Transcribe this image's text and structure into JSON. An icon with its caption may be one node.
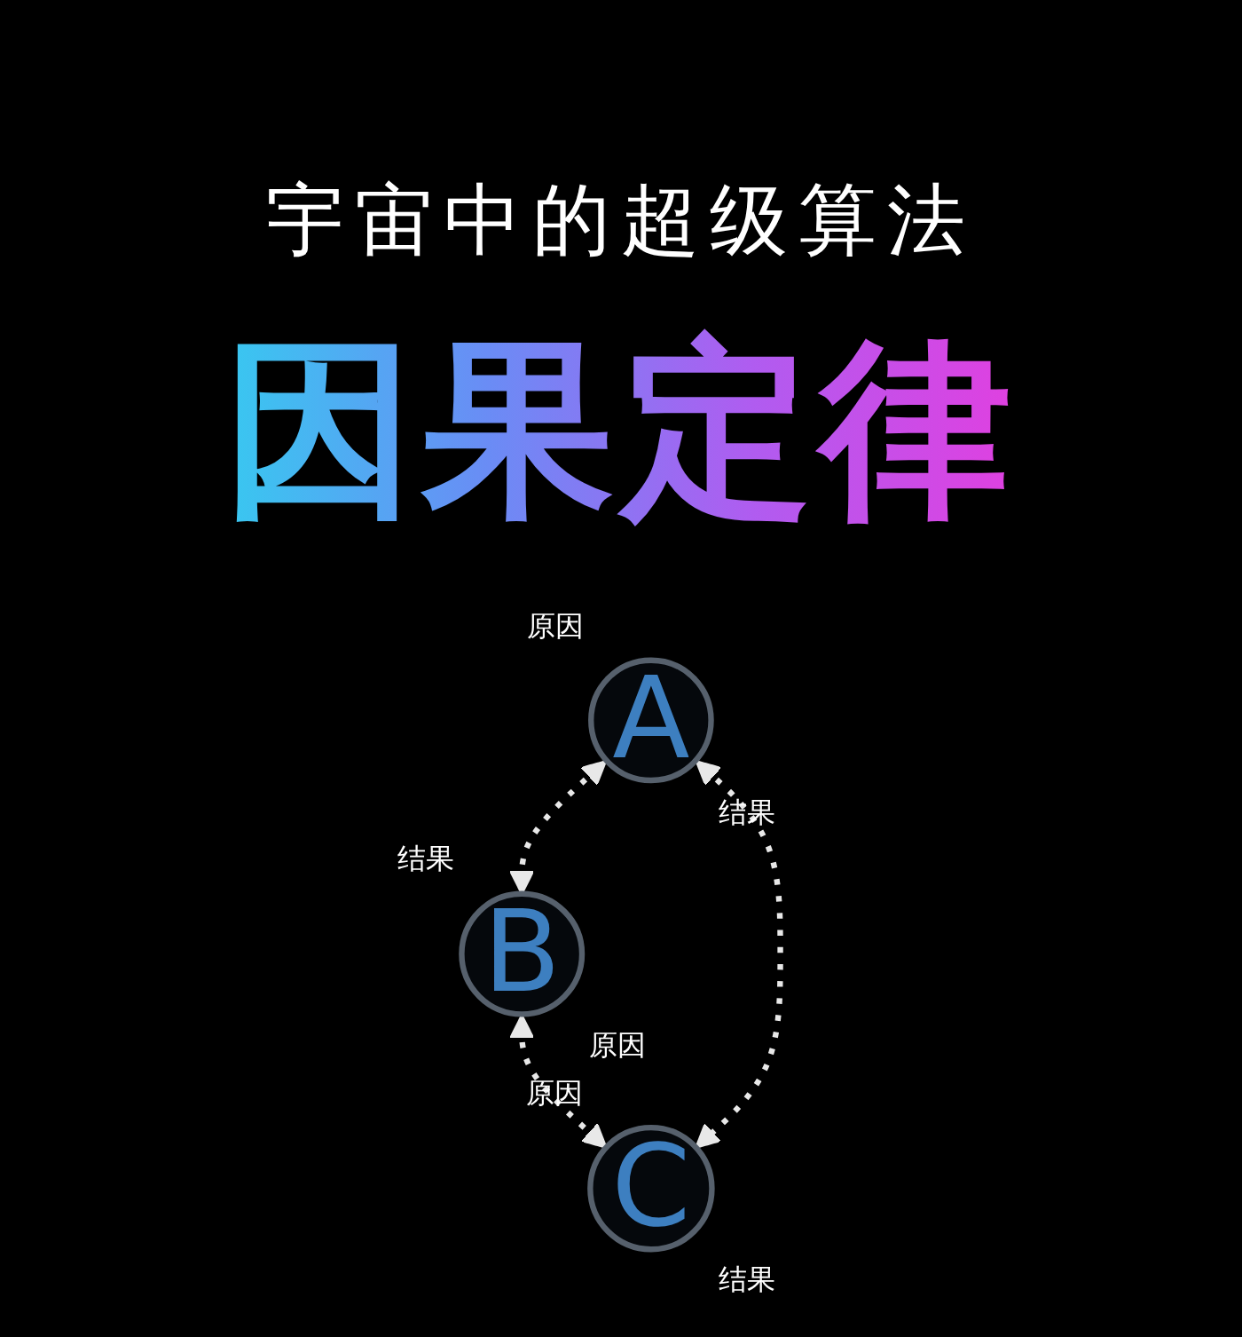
{
  "diagram": {
    "title": "宇宙中的超级算法",
    "nodes": [
      {
        "text": [
          "A"
        ],
        "beside": [
          "原因",
          "结果"
        ]
      },
      {
        "text": [
          "B"
        ],
        "beside": [
          "结果",
          "原因"
        ]
      },
      {
        "text": [
          "C"
        ],
        "beside": [
          "原因",
          "结果"
        ]
      }
    ],
    "edges": [
      {
        "from": 0,
        "to": 1,
        "arrow": "both",
        "style": "dashed"
      },
      {
        "from": 1,
        "to": 2,
        "arrow": "both",
        "style": "dashed"
      },
      {
        "from": 0,
        "to": 2,
        "arrow": "both",
        "style": "dashed"
      }
    ],
    "labels": [
      "因果定律"
    ]
  }
}
